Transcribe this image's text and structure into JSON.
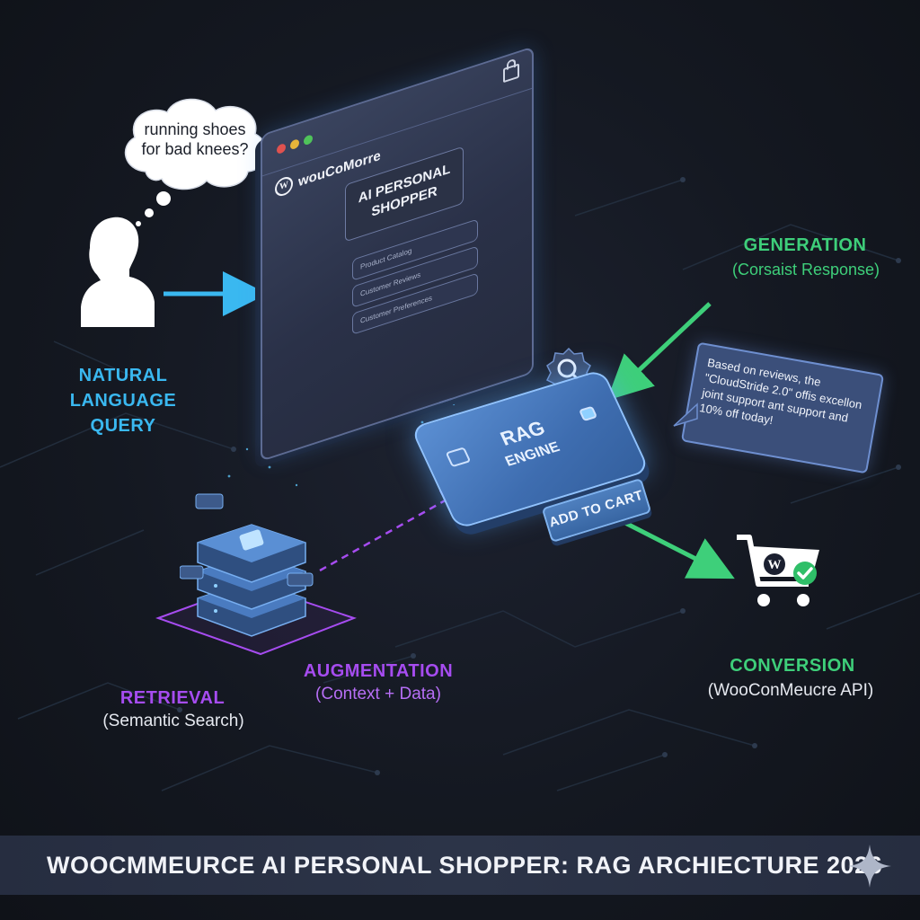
{
  "bubble": {
    "line1": "running shoes",
    "line2": "for bad knees?"
  },
  "labels": {
    "query_line1": "NATURAL LANGUAGE",
    "query_line2": "QUERY",
    "generation_title": "GENERATION",
    "generation_sub": "(Corsaist Response)",
    "retrieval_title": "RETRIEVAL",
    "retrieval_sub": "(Semantic Search)",
    "augmentation_title": "AUGMENTATION",
    "augmentation_sub": "(Context + Data)",
    "conversion_title": "CONVERSION",
    "conversion_sub": "(WooConMeucre API)"
  },
  "browser": {
    "brand": "wouCoMorre",
    "title_line1": "AI PERSONAL",
    "title_line2": "SHOPPER",
    "items": [
      "Product Catalog",
      "Customer Reviews",
      "Customer Preferences"
    ]
  },
  "rag": {
    "line1": "RAG",
    "line2": "ENGINE"
  },
  "cart_button": "ADD TO CART",
  "response": "Based on reviews, the \"CloudStride 2.0\" offis excellon joint support ant support and 10% off today!",
  "banner": "WOOCMMEURCE AI PERSONAL SHOPPER: RAG ARCHIECTURE 2026",
  "colors": {
    "cyan": "#3ab8f0",
    "green": "#3ecf7a",
    "purple": "#a64cf0",
    "banner_bg": "#2a3145",
    "engine_blue": "#4d80c4"
  },
  "icons": [
    "user-icon",
    "thought-bubble-icon",
    "lock-icon",
    "wordpress-logo-icon",
    "search-gear-icon",
    "database-icon",
    "shopping-cart-icon",
    "checkmark-icon",
    "sparkle-icon"
  ]
}
